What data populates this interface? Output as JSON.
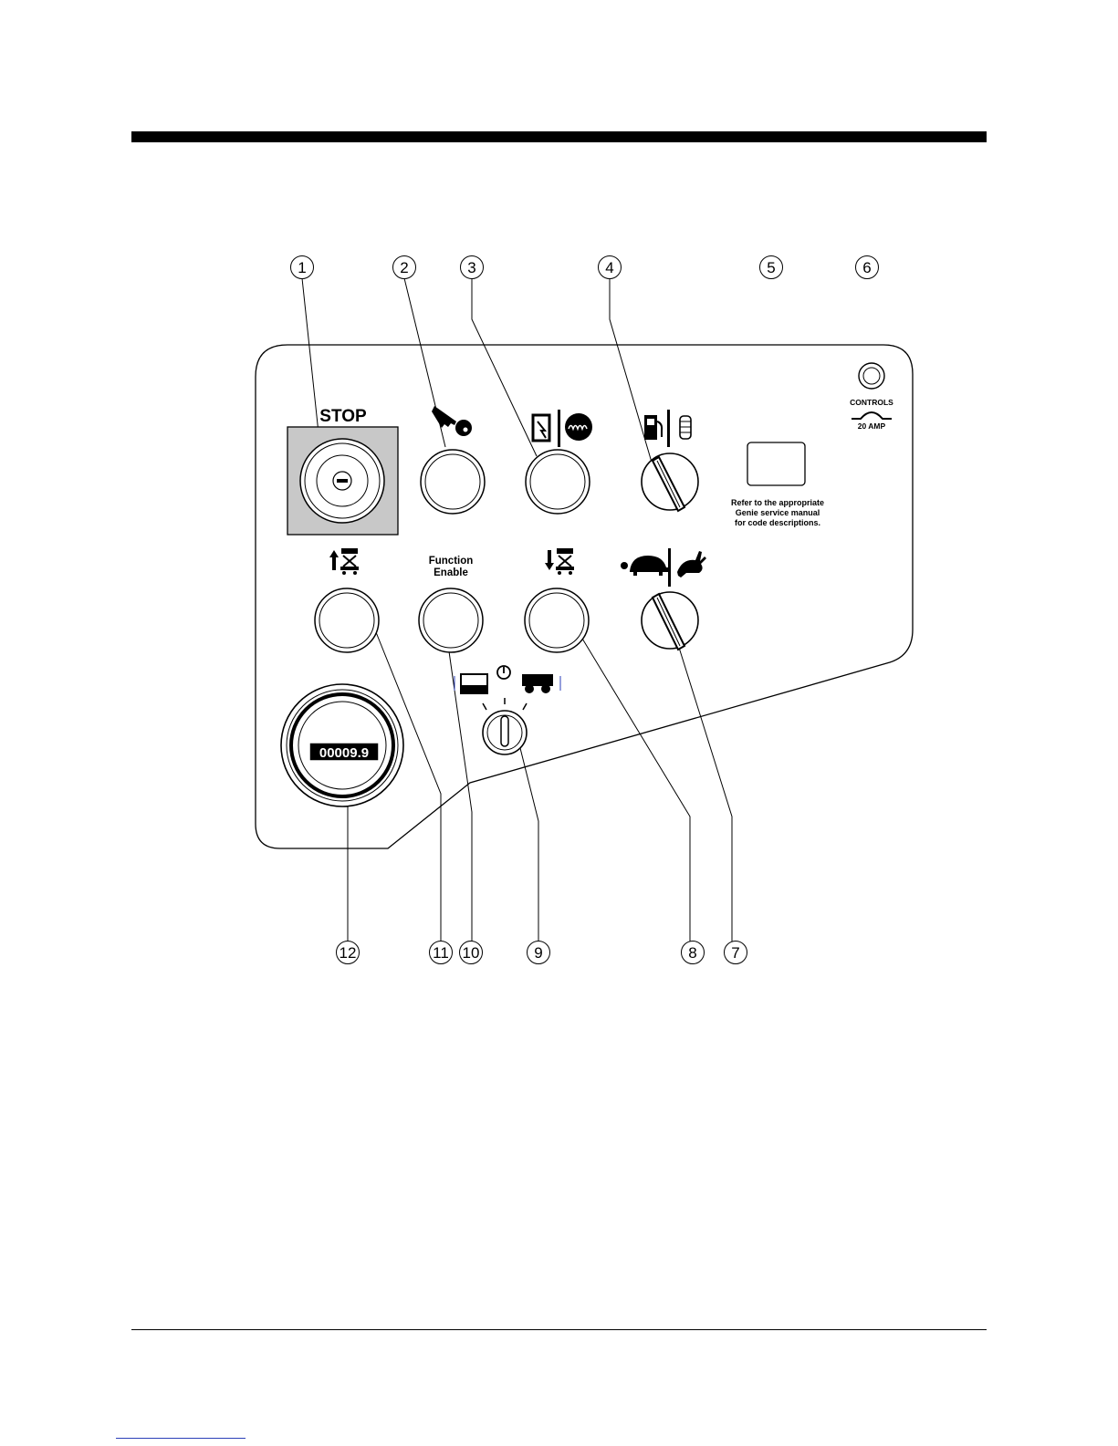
{
  "panel": {
    "stop_label": "STOP",
    "function_enable_line1": "Function",
    "function_enable_line2": "Enable",
    "fault_note_line1": "Refer to the appropriate",
    "fault_note_line2": "Genie service manual",
    "fault_note_line3": "for code descriptions.",
    "breaker_label_top": "CONTROLS",
    "breaker_label_bottom": "20 AMP",
    "hour_meter_value": "00009.9"
  },
  "callouts": [
    "1",
    "2",
    "3",
    "4",
    "5",
    "6",
    "7",
    "8",
    "9",
    "10",
    "11",
    "12"
  ],
  "icons": {
    "key": "key-icon",
    "glow_plug": "glow-plug-icon",
    "fuel": "fuel-pump-icon",
    "lpg": "lpg-tank-icon",
    "platform_up": "platform-up-icon",
    "platform_down": "platform-down-icon",
    "turtle": "turtle-icon",
    "rabbit": "rabbit-icon",
    "lift_mode": "lift-mode-icon",
    "drive_mode": "drive-mode-icon",
    "off": "power-off-icon"
  }
}
